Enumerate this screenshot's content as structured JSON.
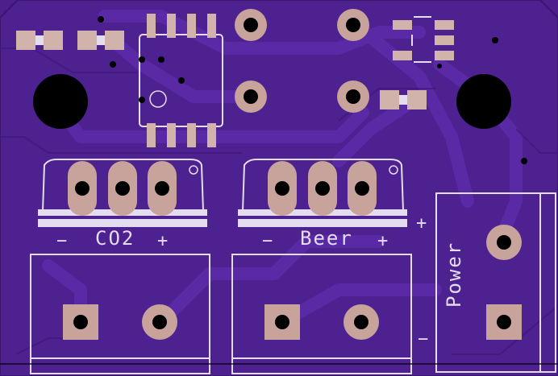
{
  "board": {
    "colors": {
      "board": "#4b1f8c",
      "board_edge": "#3c1672",
      "trace": "#5a2aa6",
      "trace_stroke": "#3e1879",
      "copper_pad": "#c7a39b",
      "smd_pad": "#d2b3ab",
      "silk": "#e4dcef",
      "drill": "#000000"
    }
  },
  "labels": {
    "co2": "CO2",
    "beer": "Beer",
    "power": "Power",
    "co2_minus": "−",
    "co2_plus": "+",
    "beer_minus": "−",
    "beer_plus": "+",
    "power_plus": "+",
    "power_minus": "−"
  }
}
